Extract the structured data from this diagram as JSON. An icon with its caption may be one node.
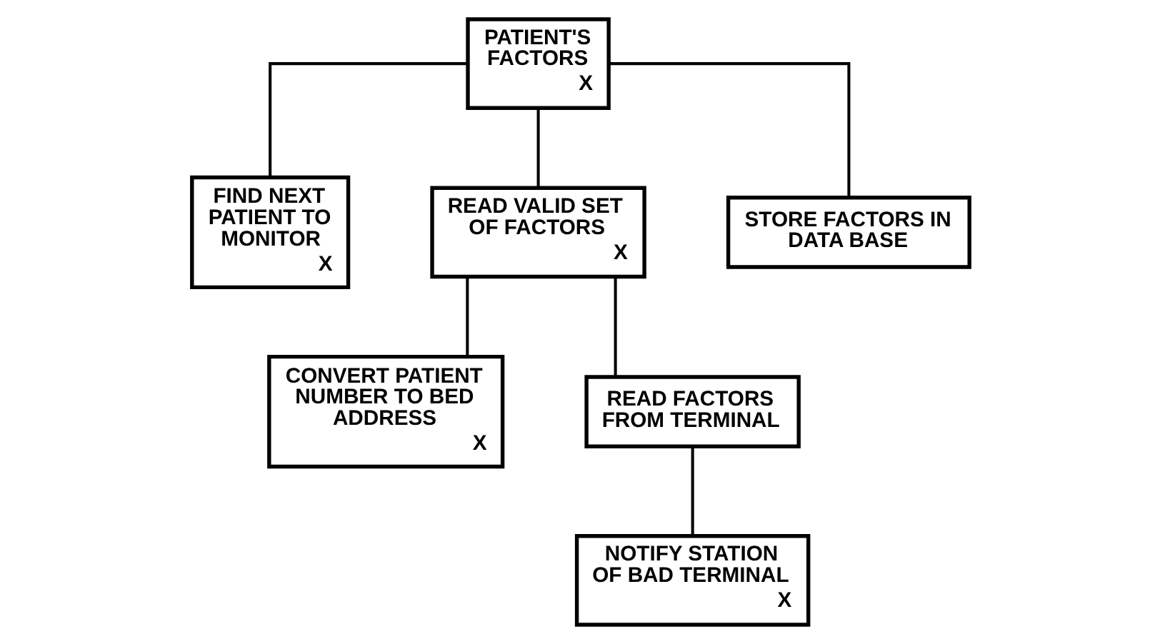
{
  "diagram": {
    "nodes": [
      {
        "text": [
          "PATIENT'S FACTORS",
          "X"
        ]
      },
      {
        "text": [
          "FIND NEXT PATIENT TO MONITOR",
          "X"
        ]
      },
      {
        "text": [
          "READ VALID SET OF FACTORS",
          "X"
        ]
      },
      {
        "text": [
          "STORE FACTORS IN DATA BASE"
        ]
      },
      {
        "text": [
          "CONVERT PATIENT NUMBER TO BED ADDRESS",
          "X"
        ]
      },
      {
        "text": [
          "READ FACTORS FROM TERMINAL"
        ]
      },
      {
        "text": [
          "NOTIFY STATION OF BAD TERMINAL",
          "X"
        ]
      }
    ],
    "edges": [
      {
        "from": 0,
        "to": 1,
        "arrow": "none"
      },
      {
        "from": 0,
        "to": 2,
        "arrow": "none"
      },
      {
        "from": 0,
        "to": 3,
        "arrow": "none"
      },
      {
        "from": 2,
        "to": 4,
        "arrow": "none"
      },
      {
        "from": 2,
        "to": 5,
        "arrow": "none"
      },
      {
        "from": 5,
        "to": 6,
        "arrow": "none"
      }
    ]
  }
}
